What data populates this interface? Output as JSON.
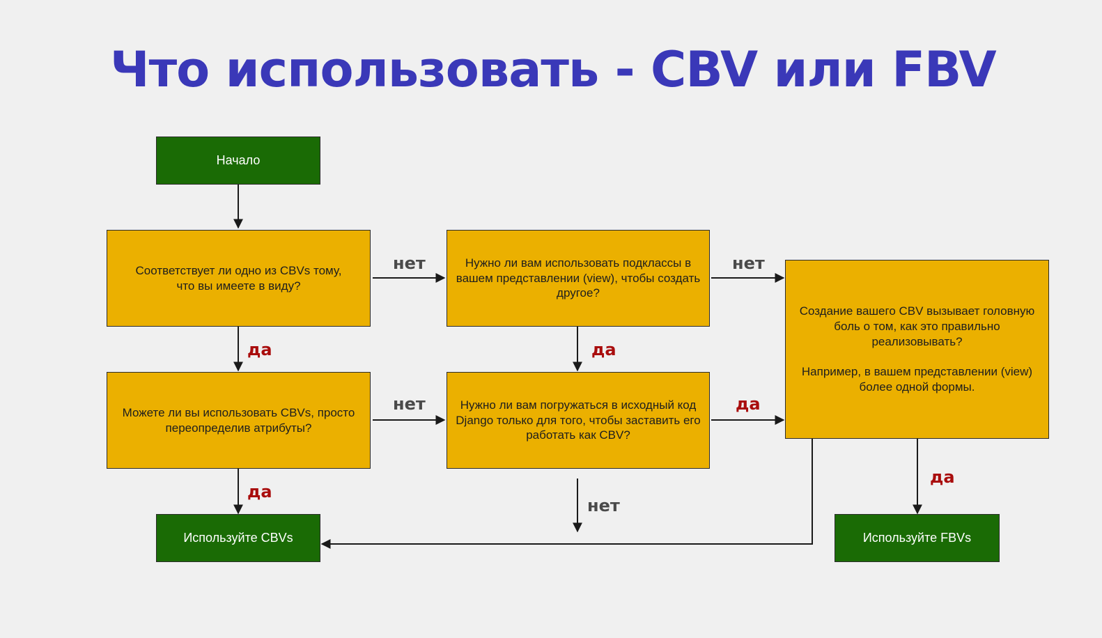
{
  "title": "Что использовать - CBV или FBV",
  "colors": {
    "title": "#3a38b8",
    "terminal_box": "#1a6b05",
    "decision_box": "#ebb000",
    "no_label": "#4a4a4a",
    "yes_label": "#a90d0d",
    "background": "#f0f0f0"
  },
  "nodes": {
    "start": "Начало",
    "q1": "Соответствует ли одно из CBVs тому,\nчто вы имеете в виду?",
    "q2": "Нужно ли вам использовать подклассы в\nвашем представлении (view), чтобы создать\nдругое?",
    "q3": "Можете ли вы использовать CBVs, просто\nпереопределив атрибуты?",
    "q4": "Нужно ли вам погружаться в исходный код\nDjango только для того, чтобы заставить его\nработать как CBV?",
    "q5": "Создание вашего CBV вызывает головную\nболь о том, как это правильно\nреализовывать?\n\nНапример, в вашем представлении (view)\nболее одной формы.",
    "use_cbv": "Используйте CBVs",
    "use_fbv": "Используйте FBVs"
  },
  "edges": {
    "q1_q2": "нет",
    "q2_q5": "нет",
    "q1_q3": "да",
    "q2_q4": "да",
    "q3_q4": "нет",
    "q4_q5": "да",
    "q3_cbv": "да",
    "q4_cbv": "нет",
    "q5_fbv": "да"
  }
}
